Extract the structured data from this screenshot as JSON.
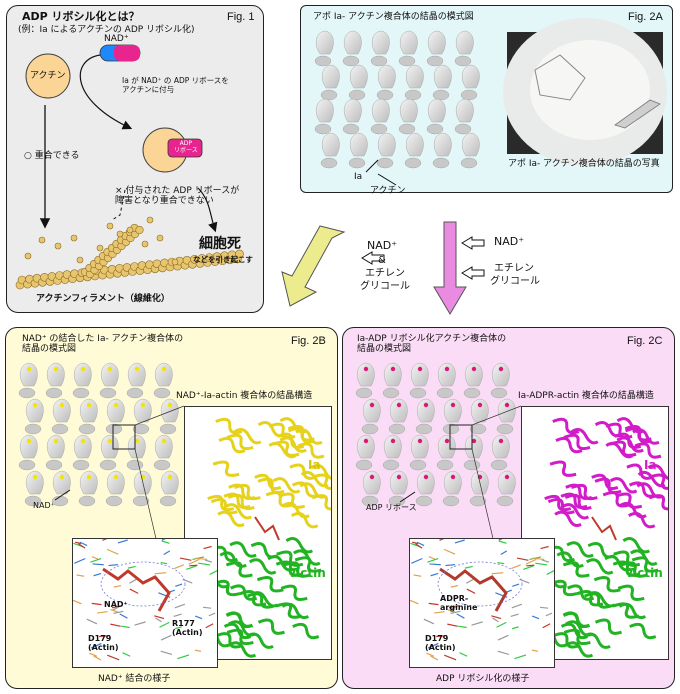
{
  "fig1": {
    "label": "Fig. 1",
    "title": "ADP リボシル化とは？",
    "subtitle": "(例：Ia によるアクチンの ADP リボシル化)",
    "nad": "NAD⁺",
    "adp_ribose": "ADP\nリボース",
    "actin": "アクチン",
    "transfer_note": "Ia が NAD⁺ の ADP リボースを\nアクチンに付与",
    "polymerize": "○ 重合できる",
    "blocked_note": "× 付与された ADP リボースが\n障害となり重合できない",
    "cell_death": "細胞死",
    "cell_death_sub": "などを引き起こす",
    "filament": "アクチンフィラメント（線維化）"
  },
  "fig2a": {
    "label": "Fig. 2A",
    "title": "アポ Ia- アクチン複合体の結晶の模式図",
    "ia": "Ia",
    "actin": "アクチン",
    "photo_caption": "アポ Ia- アクチン複合体の結晶の写真"
  },
  "arrows": {
    "left": {
      "nad": "NAD⁺",
      "amp": "&",
      "eg1": "エチレン",
      "eg2": "グリコール"
    },
    "right": {
      "nad": "NAD⁺",
      "eg1": "エチレン",
      "eg2": "グリコール"
    }
  },
  "fig2b": {
    "label": "Fig. 2B",
    "title": "NAD⁺ の結合した Ia- アクチン複合体の\n結晶の模式図",
    "struct_title": "NAD⁺-Ia-actin 複合体の結晶構造",
    "ia": "Ia",
    "actin": "Actin",
    "marker": "NAD⁺",
    "zoom_nad": "NAD⁺",
    "r177": "R177\n(Actin)",
    "d179": "D179\n(Actin)",
    "caption": "NAD⁺ 結合の様子"
  },
  "fig2c": {
    "label": "Fig. 2C",
    "title": "Ia-ADP リボシル化アクチン複合体の\n結晶の模式図",
    "struct_title": "Ia-ADPR-actin 複合体の結晶構造",
    "ia": "Ia",
    "actin": "Actin",
    "marker": "ADP リボース",
    "zoom_label": "ADPR-\narginine",
    "d179": "D179\n(Actin)",
    "caption": "ADP リボシル化の様子"
  },
  "colors": {
    "fig1_bg": "#ececec",
    "fig2a_bg": "#e3f6f8",
    "fig2b_bg": "#fffbd6",
    "fig2c_bg": "#fbdcf6",
    "ia_yellow": "#e6d21a",
    "ia_magenta": "#d21bc9",
    "actin_green": "#22b322",
    "nad_marker": "#f2e600",
    "adpr_marker": "#e0157a"
  }
}
